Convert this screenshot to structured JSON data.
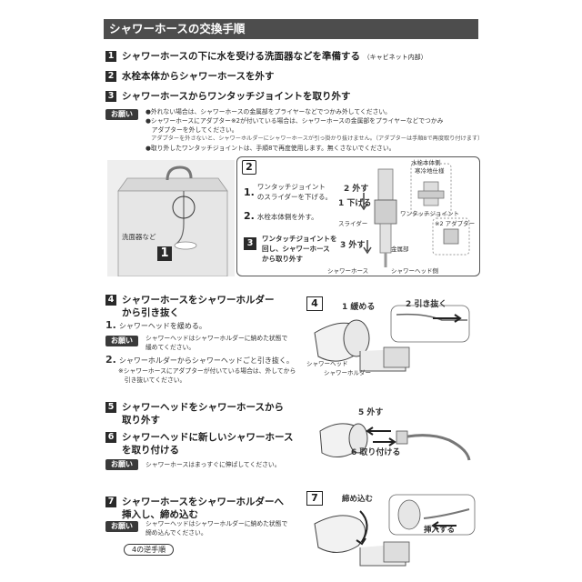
{
  "title": "シャワーホースの交換手順",
  "steps": {
    "s1": {
      "num": "1",
      "text": "シャワーホースの下に水を受ける洗面器などを準備する",
      "note": "（キャビネット内部）"
    },
    "s2": {
      "num": "2",
      "text": "水栓本体からシャワーホースを外す"
    },
    "s3": {
      "num": "3",
      "text": "シャワーホースからワンタッチジョイントを取り外す"
    },
    "s4": {
      "num": "4",
      "line1": "シャワーホースをシャワーホルダー",
      "line2": "から引き抜く"
    },
    "s5": {
      "num": "5",
      "line1": "シャワーヘッドをシャワーホースから",
      "line2": "取り外す"
    },
    "s6": {
      "num": "6",
      "line1": "シャワーヘッドに新しいシャワーホース",
      "line2": "を取り付ける"
    },
    "s7": {
      "num": "7",
      "line1": "シャワーホースをシャワーホルダーへ",
      "line2": "挿入し、締め込む"
    }
  },
  "onegai_label": "お願い",
  "notes_s3": [
    "●外れない場合は、シャワーホースの金属部をプライヤーなどでつかみ外してください。",
    "●シャワーホースにアダプター※2が付いている場合は、シャワーホースの金属部をプライヤーなどでつかみ",
    "　アダプターを外してください。",
    "　アダプターを外さないと、シャワーホルダーにシャワーホースが引っ掛かり抜けません。（アダプターは手順8で再度取り付けます）",
    "●取り外したワンタッチジョイントは、手順8で再度使用します。無くさないでください。"
  ],
  "fig2": {
    "num_big": "1",
    "num_box": "2",
    "sink_label": "洗面器など",
    "a1_num": "1.",
    "a1": "ワンタッチジョイント\nのスライダーを下げる。",
    "a2_num": "2.",
    "a2": "水栓本体側を外す。",
    "a3_num": "3",
    "a3": "ワンタッチジョイントを\n回し、シャワーホース\nから取り外す",
    "lbl_top": "水栓本体側",
    "lbl_soto": "2 外す",
    "lbl_sage": "1 下げる",
    "lbl_slider": "スライダー",
    "lbl_joint": "ワンタッチジョイント",
    "lbl_cold": "寒冷地仕様",
    "lbl_adapter": "※2 アダプター",
    "lbl_soto3": "3 外す",
    "lbl_metal": "金属部",
    "lbl_hose": "シャワーホース",
    "lbl_head": "シャワーヘッド側"
  },
  "s4_sub1": {
    "num": "1.",
    "text": "シャワーヘッドを緩める。"
  },
  "s4_onegai": "シャワーヘッドはシャワーホルダーに納めた状態で\n緩めてください。",
  "s4_sub2": {
    "num": "2.",
    "text": "シャワーホルダーからシャワーヘッドごと引き抜く。"
  },
  "s4_sub2_note": "※シャワーホースにアダプターが付いている場合は、外してから\n　引き抜いてください。",
  "fig4": {
    "num": "4",
    "l1": "1 緩める",
    "l2": "2 引き抜く",
    "head": "シャワーヘッド",
    "holder": "シャワーホルダー"
  },
  "fig56": {
    "l5": "5 外す",
    "l6": "6 取り付ける"
  },
  "s6_onegai": "シャワーホースはまっすぐに伸ばしてください。",
  "fig7": {
    "num": "7",
    "l1": "締め込む",
    "l2": "挿入する"
  },
  "s7_onegai": "シャワーヘッドはシャワーホルダーに納めた状態で\n締め込んでください。",
  "rev_tag": "4の逆手順"
}
